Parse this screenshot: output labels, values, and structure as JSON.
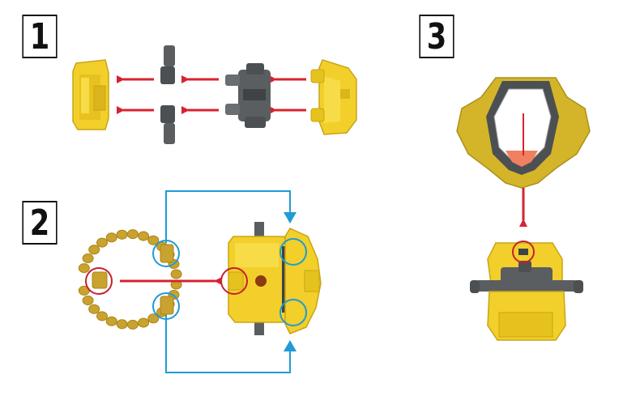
{
  "steps": [
    {
      "number": "1"
    },
    {
      "number": "2"
    },
    {
      "number": "3"
    }
  ],
  "colors": {
    "part_yellow": "#f2cf2a",
    "part_yellow_dark": "#c9a515",
    "chain_olive": "#c9a230",
    "gray_joint": "#5a5e61",
    "arrow_red": "#d7232f",
    "arrow_blue": "#1f9bd6",
    "circle_red": "#c8202c",
    "circle_blue": "#1f9bd6",
    "head_yellow": "#d4b52a",
    "face_salmon": "#f08060"
  }
}
